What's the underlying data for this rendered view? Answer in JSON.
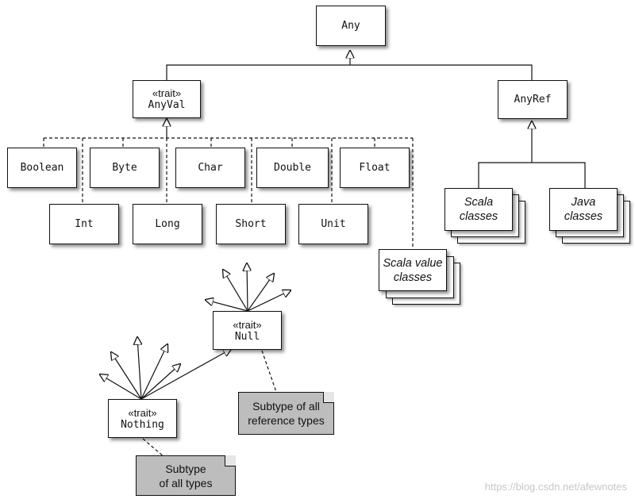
{
  "nodes": {
    "any": {
      "label": "Any"
    },
    "anyval": {
      "stereotype": "«trait»",
      "label": "AnyVal"
    },
    "anyref": {
      "label": "AnyRef"
    },
    "boolean": {
      "label": "Boolean"
    },
    "byte": {
      "label": "Byte"
    },
    "char": {
      "label": "Char"
    },
    "double": {
      "label": "Double"
    },
    "float": {
      "label": "Float"
    },
    "int": {
      "label": "Int"
    },
    "long": {
      "label": "Long"
    },
    "short": {
      "label": "Short"
    },
    "unit": {
      "label": "Unit"
    },
    "scala_value_classes": {
      "line1": "Scala value",
      "line2": "classes"
    },
    "scala_classes": {
      "line1": "Scala",
      "line2": "classes"
    },
    "java_classes": {
      "line1": "Java",
      "line2": "classes"
    },
    "null": {
      "stereotype": "«trait»",
      "label": "Null"
    },
    "nothing": {
      "stereotype": "«trait»",
      "label": "Nothing"
    }
  },
  "notes": {
    "null_note": {
      "line1": "Subtype of all",
      "line2": "reference types"
    },
    "nothing_note": {
      "line1": "Subtype",
      "line2": "of all types"
    }
  },
  "watermark": "https://blog.csdn.net/afewnotes",
  "colors": {
    "note_fill": "#bdbdbd",
    "line": "#111111"
  }
}
